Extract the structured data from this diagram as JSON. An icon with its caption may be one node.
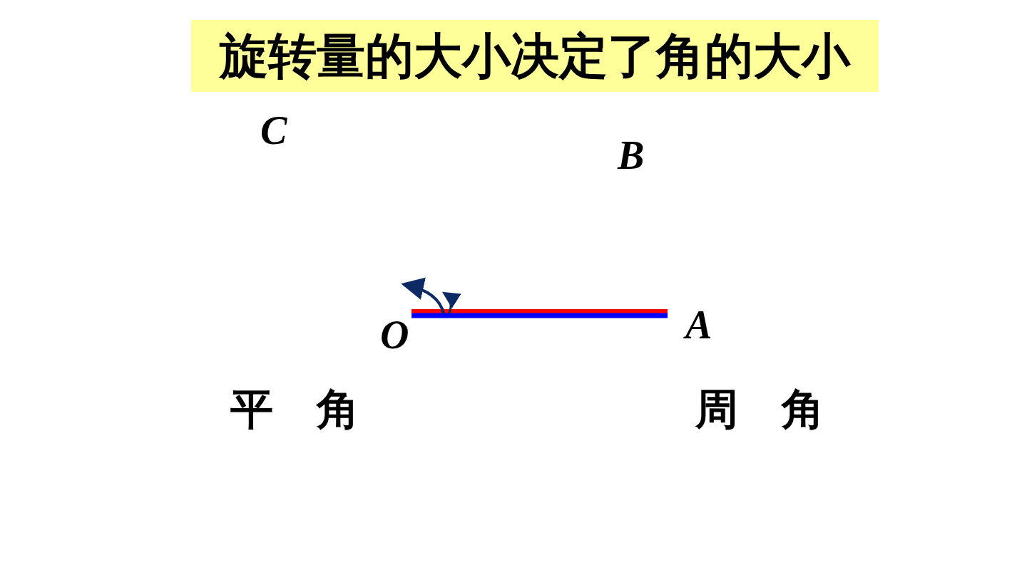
{
  "diagram": {
    "title": "旋转量的大小决定了角的大小",
    "labels": [
      "C",
      "B",
      "A",
      "O",
      "平 角",
      "周 角"
    ]
  }
}
